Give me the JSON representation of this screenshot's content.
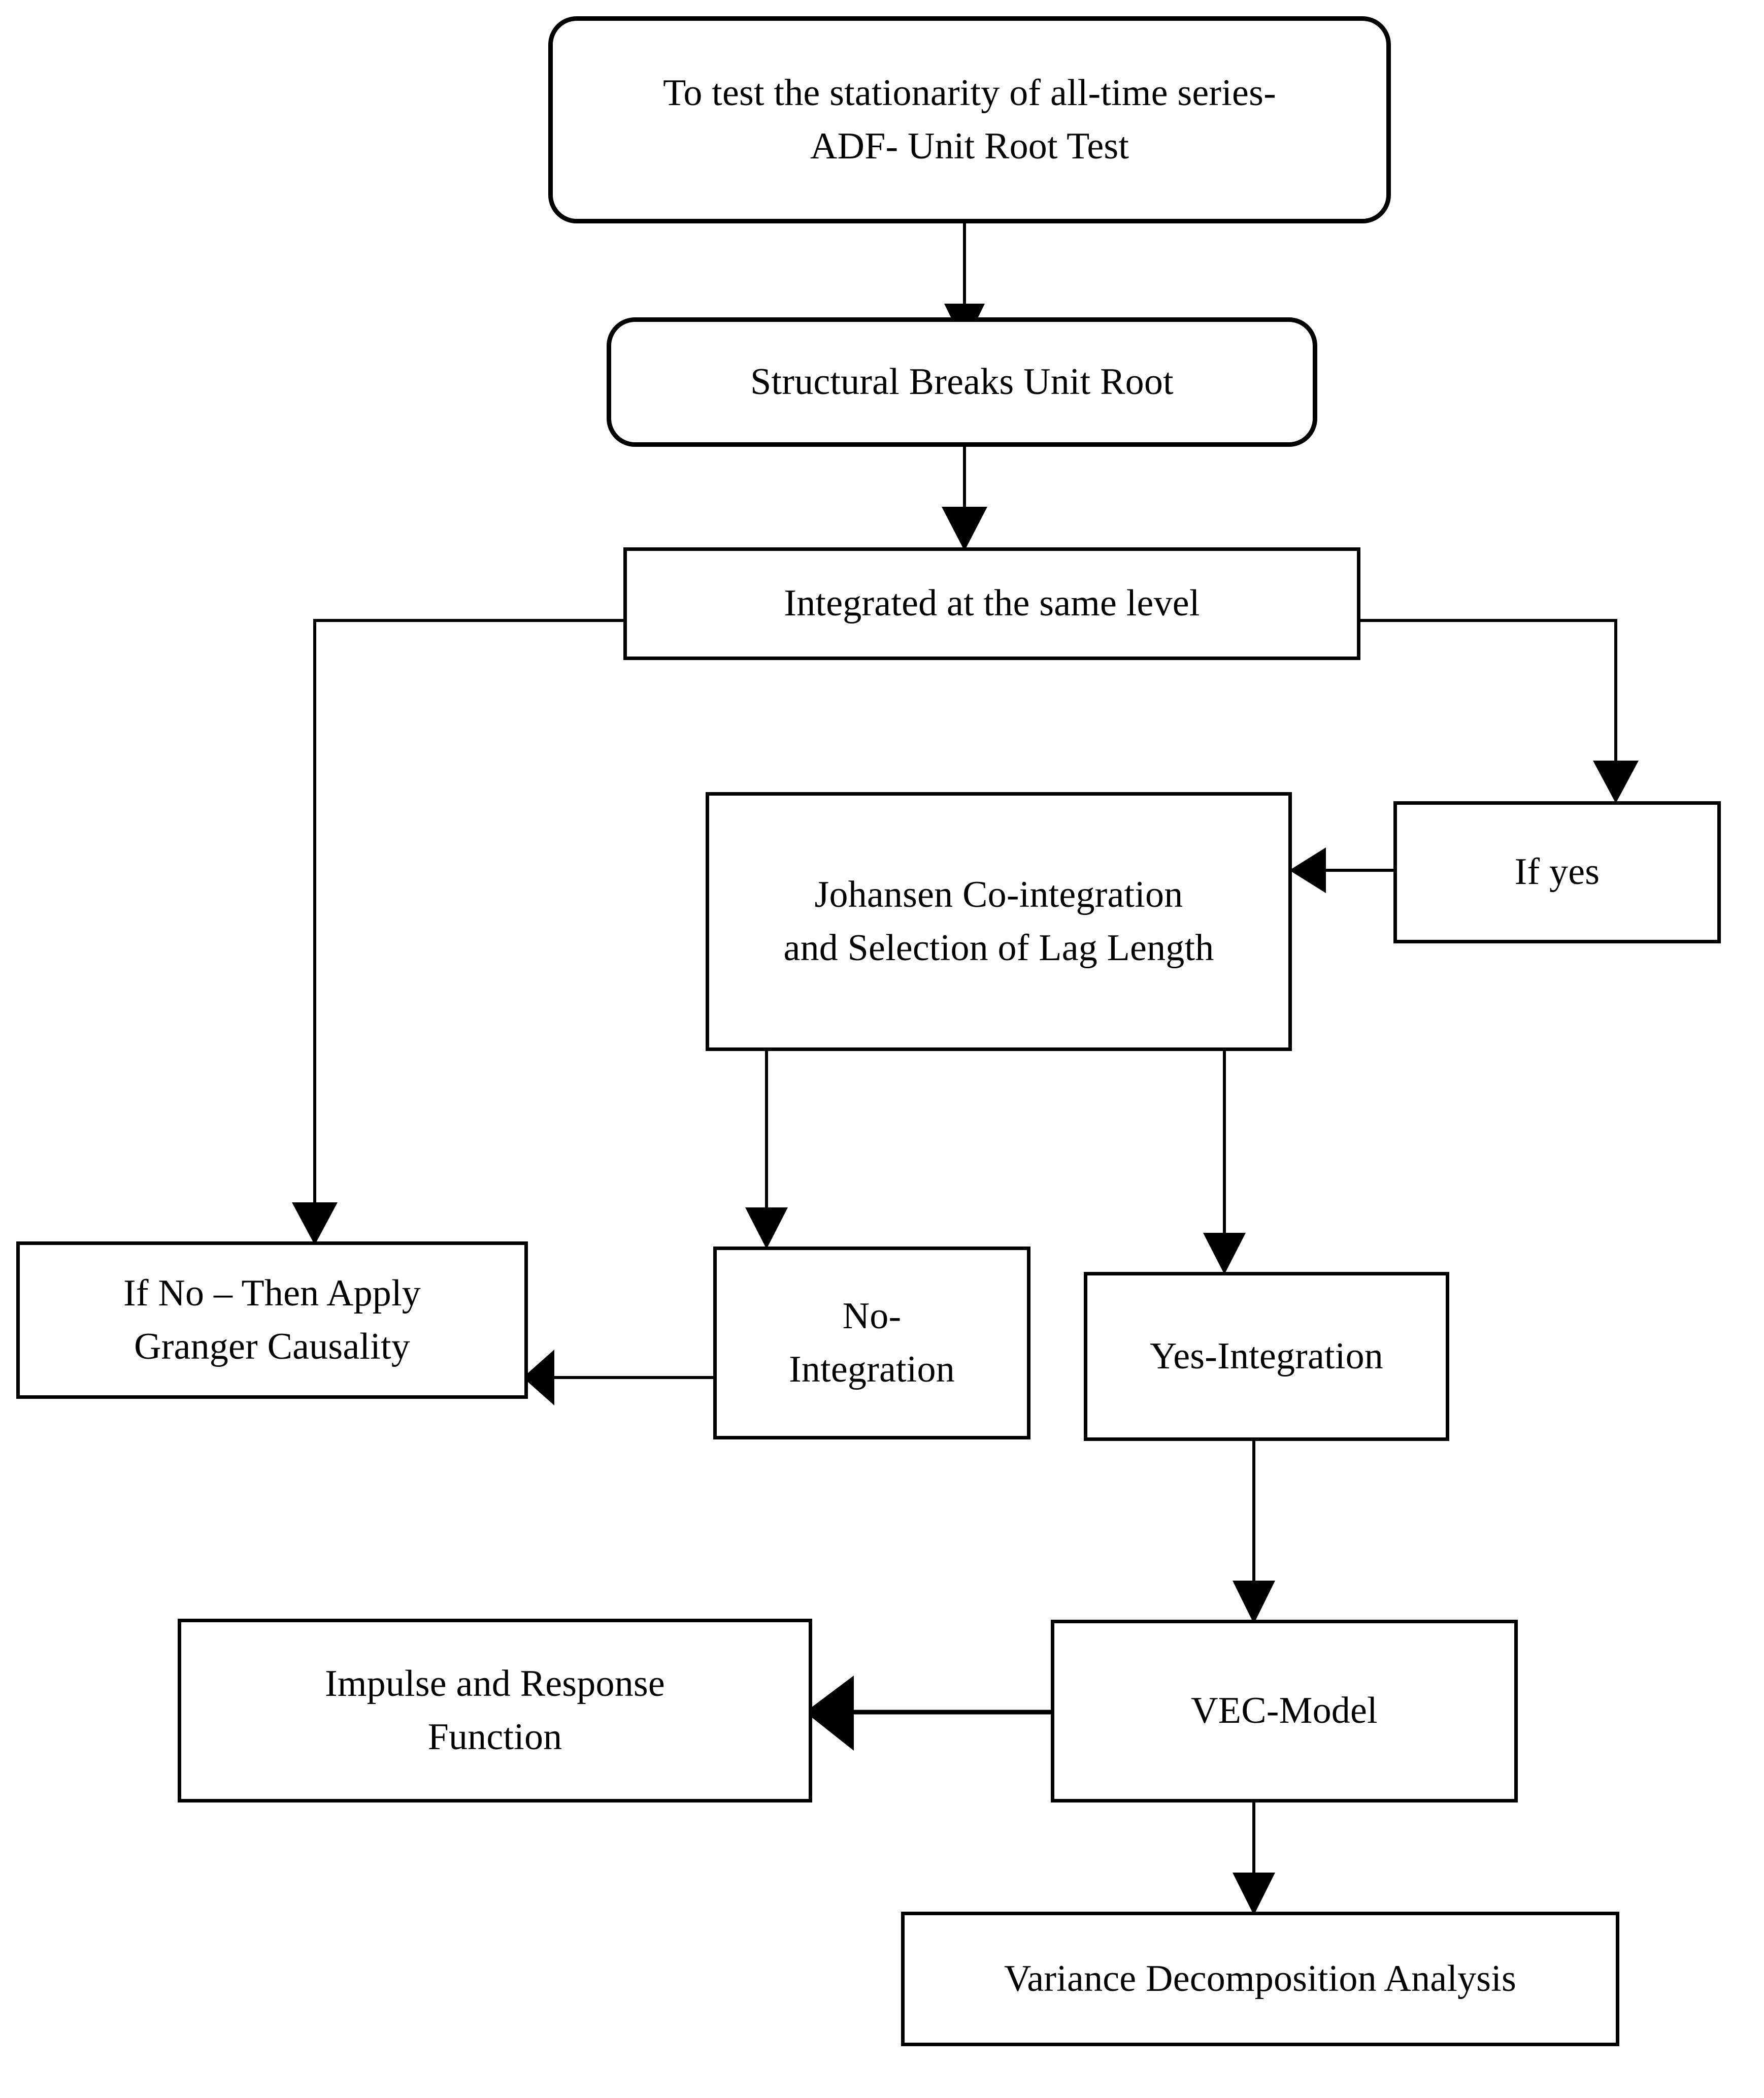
{
  "diagram": {
    "title": "Econometric Methodology Flowchart",
    "type": "flowchart",
    "orientation": "top-down",
    "background_color": "#ffffff",
    "line_color": "#000000",
    "text_color": "#000000"
  },
  "nodes": {
    "adf": {
      "label": "To test the stationarity of all-time series-\nADF- Unit Root Test",
      "shape": "rounded-rectangle"
    },
    "structural": {
      "label": "Structural Breaks Unit Root",
      "shape": "rounded-rectangle"
    },
    "integrated": {
      "label": "Integrated at the same level",
      "shape": "rectangle"
    },
    "if_yes": {
      "label": "If yes",
      "shape": "rectangle"
    },
    "johansen": {
      "label": "Johansen Co-integration\nand Selection of Lag Length",
      "shape": "rectangle"
    },
    "if_no": {
      "label": "If No – Then Apply\nGranger Causality",
      "shape": "rectangle"
    },
    "no_integration": {
      "label": "No-\nIntegration",
      "shape": "rectangle"
    },
    "yes_integration": {
      "label": "Yes-Integration",
      "shape": "rectangle"
    },
    "impulse": {
      "label": "Impulse and Response\nFunction",
      "shape": "rectangle"
    },
    "vec_model": {
      "label": "VEC-Model",
      "shape": "rectangle"
    },
    "variance": {
      "label": "Variance Decomposition Analysis",
      "shape": "rectangle"
    }
  },
  "edges": [
    {
      "from": "adf",
      "to": "structural",
      "style": "arrow-down"
    },
    {
      "from": "structural",
      "to": "integrated",
      "style": "arrow-down"
    },
    {
      "from": "integrated",
      "to": "if_no",
      "style": "elbow-left-down-arrow"
    },
    {
      "from": "integrated",
      "to": "if_yes",
      "style": "elbow-right-down-arrow"
    },
    {
      "from": "if_yes",
      "to": "johansen",
      "style": "arrow-left"
    },
    {
      "from": "johansen",
      "to": "no_integration",
      "style": "arrow-down"
    },
    {
      "from": "johansen",
      "to": "yes_integration",
      "style": "arrow-down"
    },
    {
      "from": "no_integration",
      "to": "if_no",
      "style": "arrow-left"
    },
    {
      "from": "yes_integration",
      "to": "vec_model",
      "style": "arrow-down"
    },
    {
      "from": "vec_model",
      "to": "impulse",
      "style": "arrow-left"
    },
    {
      "from": "vec_model",
      "to": "variance",
      "style": "arrow-down"
    }
  ]
}
